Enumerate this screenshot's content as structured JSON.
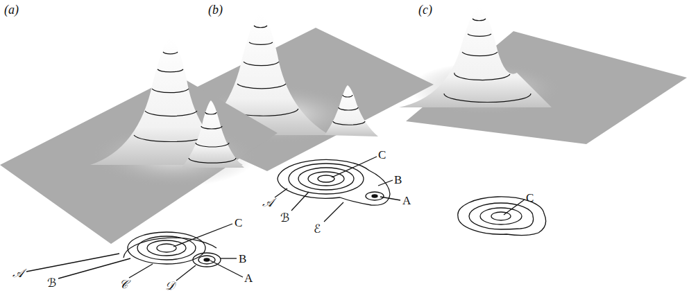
{
  "diagram": {
    "labels": [
      "(a)",
      "(b)",
      "(c)",
      "C",
      "B",
      "A",
      "𝒜",
      "ℬ",
      "𝒞",
      "𝒟",
      "C",
      "B",
      "A",
      "𝒜",
      "ℬ",
      "ℰ",
      "C"
    ]
  }
}
